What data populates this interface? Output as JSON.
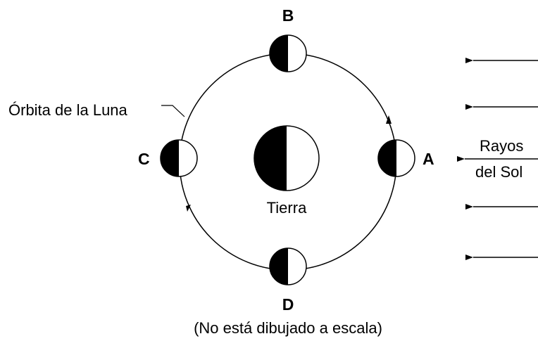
{
  "labels": {
    "orbit": "Órbita de la Luna",
    "earth": "Tierra",
    "sun_rays_line1": "Rayos",
    "sun_rays_line2": "del Sol",
    "note": "(No está dibujado a escala)"
  },
  "moon_positions": [
    {
      "id": "A",
      "label": "A"
    },
    {
      "id": "B",
      "label": "B"
    },
    {
      "id": "C",
      "label": "C"
    },
    {
      "id": "D",
      "label": "D"
    }
  ],
  "colors": {
    "line": "#000000",
    "shadow": "#000000",
    "lit": "#ffffff"
  }
}
